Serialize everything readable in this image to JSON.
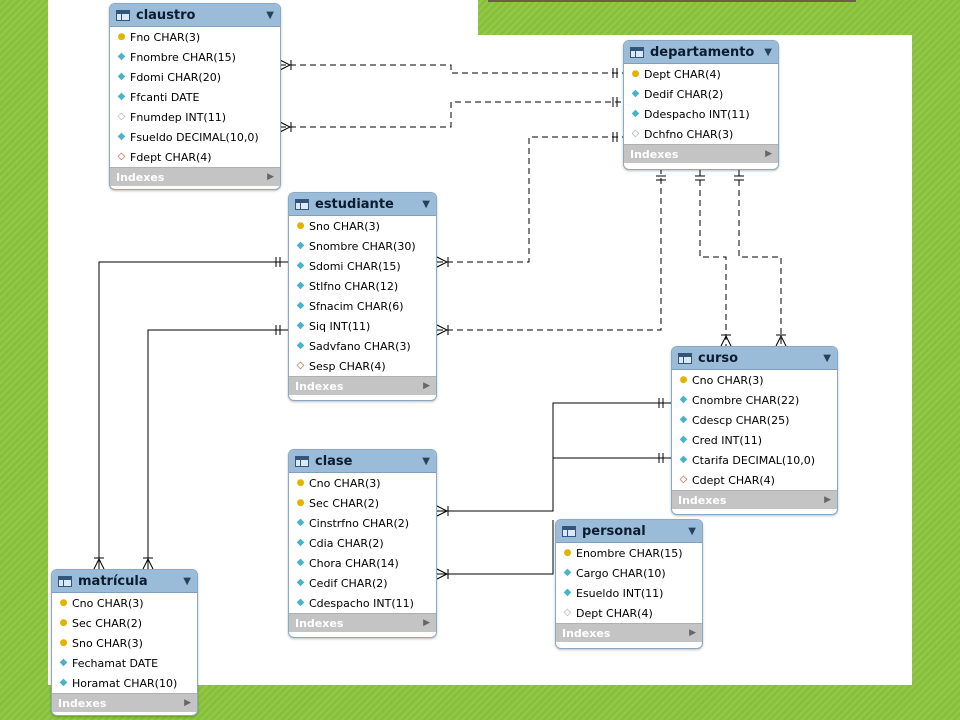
{
  "tables": {
    "claustro": {
      "title": "claustro",
      "columns": [
        {
          "name": "Fno CHAR(3)",
          "kind": "pk"
        },
        {
          "name": "Fnombre CHAR(15)",
          "kind": "attr"
        },
        {
          "name": "Fdomi CHAR(20)",
          "kind": "attr"
        },
        {
          "name": "Ffcanti DATE",
          "kind": "attr"
        },
        {
          "name": "Fnumdep INT(11)",
          "kind": "attr-h"
        },
        {
          "name": "Fsueldo DECIMAL(10,0)",
          "kind": "attr"
        },
        {
          "name": "Fdept CHAR(4)",
          "kind": "fk"
        }
      ],
      "footer": "Indexes"
    },
    "departamento": {
      "title": "departamento",
      "columns": [
        {
          "name": "Dept CHAR(4)",
          "kind": "pk"
        },
        {
          "name": "Dedif CHAR(2)",
          "kind": "attr"
        },
        {
          "name": "Ddespacho INT(11)",
          "kind": "attr"
        },
        {
          "name": "Dchfno CHAR(3)",
          "kind": "attr-h"
        }
      ],
      "footer": "Indexes"
    },
    "estudiante": {
      "title": "estudiante",
      "columns": [
        {
          "name": "Sno CHAR(3)",
          "kind": "pk"
        },
        {
          "name": "Snombre CHAR(30)",
          "kind": "attr"
        },
        {
          "name": "Sdomi CHAR(15)",
          "kind": "attr"
        },
        {
          "name": "Stlfno CHAR(12)",
          "kind": "attr"
        },
        {
          "name": "Sfnacim CHAR(6)",
          "kind": "attr"
        },
        {
          "name": "Siq INT(11)",
          "kind": "attr"
        },
        {
          "name": "Sadvfano CHAR(3)",
          "kind": "attr"
        },
        {
          "name": "Sesp CHAR(4)",
          "kind": "fk"
        }
      ],
      "footer": "Indexes"
    },
    "curso": {
      "title": "curso",
      "columns": [
        {
          "name": "Cno CHAR(3)",
          "kind": "pk"
        },
        {
          "name": "Cnombre CHAR(22)",
          "kind": "attr"
        },
        {
          "name": "Cdescp CHAR(25)",
          "kind": "attr"
        },
        {
          "name": "Cred INT(11)",
          "kind": "attr"
        },
        {
          "name": "Ctarifa DECIMAL(10,0)",
          "kind": "attr"
        },
        {
          "name": "Cdept CHAR(4)",
          "kind": "fk"
        }
      ],
      "footer": "Indexes"
    },
    "clase": {
      "title": "clase",
      "columns": [
        {
          "name": "Cno CHAR(3)",
          "kind": "pk"
        },
        {
          "name": "Sec CHAR(2)",
          "kind": "pk"
        },
        {
          "name": "Cinstrfno CHAR(2)",
          "kind": "attr"
        },
        {
          "name": "Cdia CHAR(2)",
          "kind": "attr"
        },
        {
          "name": "Chora CHAR(14)",
          "kind": "attr"
        },
        {
          "name": "Cedif CHAR(2)",
          "kind": "attr"
        },
        {
          "name": "Cdespacho INT(11)",
          "kind": "attr"
        }
      ],
      "footer": "Indexes"
    },
    "personal": {
      "title": "personal",
      "columns": [
        {
          "name": "Enombre CHAR(15)",
          "kind": "pk"
        },
        {
          "name": "Cargo CHAR(10)",
          "kind": "attr"
        },
        {
          "name": "Esueldo INT(11)",
          "kind": "attr"
        },
        {
          "name": "Dept CHAR(4)",
          "kind": "attr-h"
        }
      ],
      "footer": "Indexes"
    },
    "matricula": {
      "title": "matrícula",
      "columns": [
        {
          "name": "Cno CHAR(3)",
          "kind": "pk"
        },
        {
          "name": "Sec CHAR(2)",
          "kind": "pk"
        },
        {
          "name": "Sno CHAR(3)",
          "kind": "pk"
        },
        {
          "name": "Fechamat DATE",
          "kind": "attr"
        },
        {
          "name": "Horamat CHAR(10)",
          "kind": "attr"
        }
      ],
      "footer": "Indexes"
    }
  },
  "icons": {
    "pk": "key-icon",
    "attr": "diamond-icon",
    "fk": "foreign-key-diamond-icon",
    "table": "table-icon"
  },
  "colors": {
    "background": "#8cc63e",
    "table_header": "#9bbcd9",
    "footer": "#c4c4c4",
    "pk_key": "#e0b400",
    "attr_diamond": "#4ab3c7",
    "fk_diamond": "#c44d3a"
  }
}
